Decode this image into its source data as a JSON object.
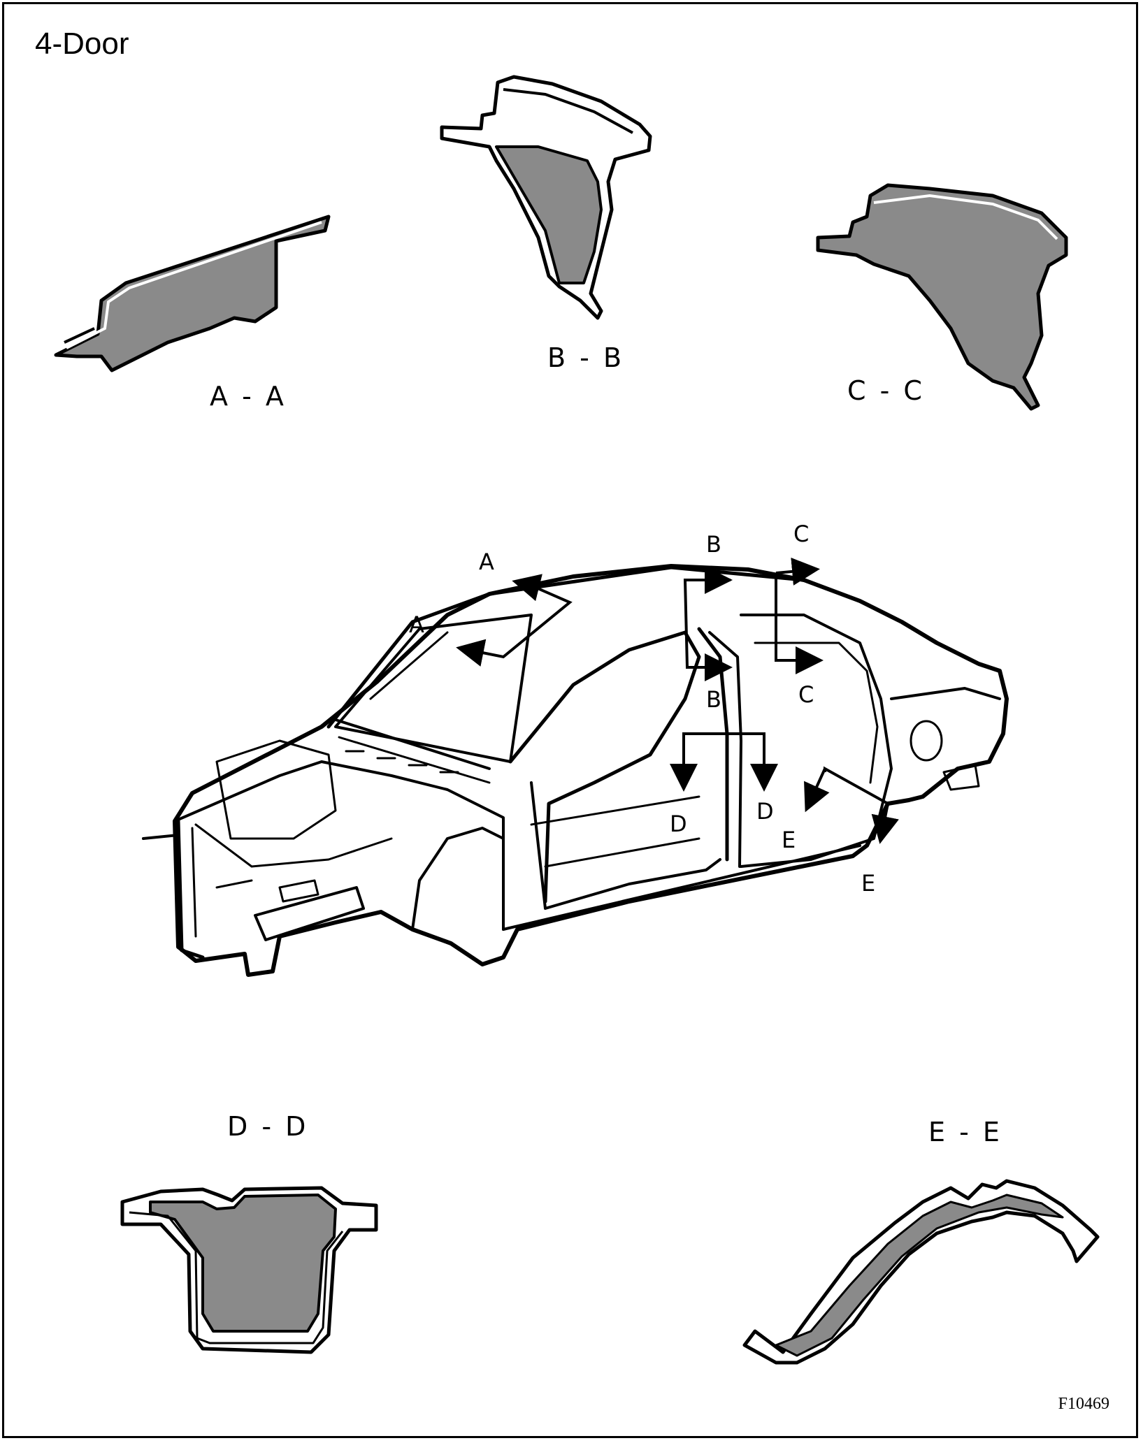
{
  "title": "4-Door",
  "figure_id": "F10469",
  "sections": {
    "aa": "A - A",
    "bb": "B - B",
    "cc": "C - C",
    "dd": "D - D",
    "ee": "E - E"
  },
  "callouts": [
    "A",
    "A",
    "B",
    "B",
    "C",
    "C",
    "D",
    "D",
    "E",
    "E"
  ],
  "colors": {
    "fill": "#8a8a8a",
    "line": "#000000",
    "background": "#ffffff"
  }
}
